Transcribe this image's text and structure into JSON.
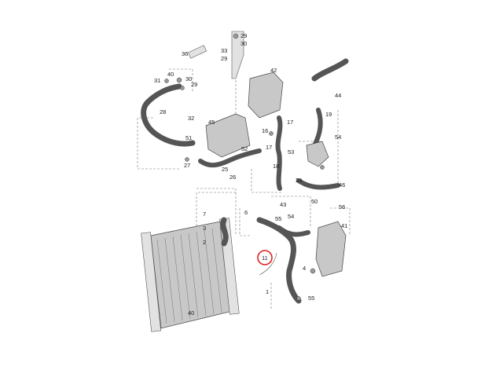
{
  "diagram": {
    "labels": [
      "29",
      "30",
      "36",
      "33",
      "29",
      "40",
      "31",
      "30",
      "29",
      "42",
      "44",
      "32",
      "28",
      "45",
      "16",
      "17",
      "19",
      "51",
      "52",
      "17",
      "53",
      "54",
      "27",
      "25",
      "26",
      "18",
      "24",
      "46",
      "6",
      "7",
      "3",
      "2",
      "43",
      "55",
      "54",
      "50",
      "56",
      "41",
      "11",
      "4",
      "1",
      "55",
      "40"
    ],
    "highlight_label": "11",
    "colors": {
      "highlight": "#e02020",
      "line": "#555555",
      "part": "#c8c8c8"
    }
  }
}
